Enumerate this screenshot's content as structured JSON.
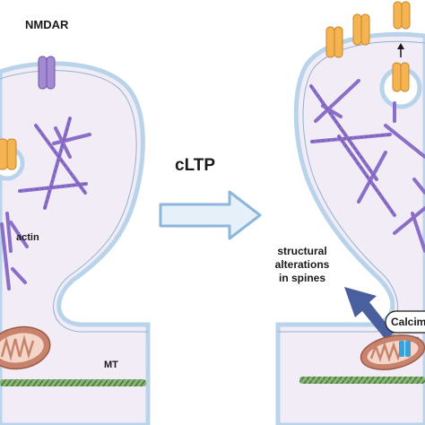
{
  "labels": {
    "nmdar": "NMDAR",
    "cltp": "cLTP",
    "actin": "actin",
    "mt": "MT",
    "structural": [
      "structural",
      "alterations",
      "in spines"
    ],
    "calcium": "Calcim"
  },
  "colors": {
    "cytoplasm": "#f1ecf6",
    "membrane": "#b9d4ea",
    "membrane_edge": "#8fb3d1",
    "actin": "#8a6ec7",
    "actin_dark": "#5d43a3",
    "nmdar": "#a48ad3",
    "receptor": "#f3b451",
    "receptor_dark": "#c9842a",
    "microtubule": "#6f9a5c",
    "mitochondrion": "#c9826c",
    "arrow_outline": "#8cb6da",
    "arrow_fill": "#e6f0f8",
    "big_arrow": "#4a5f9e",
    "channel": "#3aa0d8"
  },
  "icons": [
    "nmdar-receptor-icon",
    "ampar-receptor-icon",
    "vesicle-icon",
    "mitochondrion-icon",
    "microtubule-icon",
    "actin-filament-icon",
    "transition-arrow-icon",
    "calcium-channel-icon"
  ]
}
